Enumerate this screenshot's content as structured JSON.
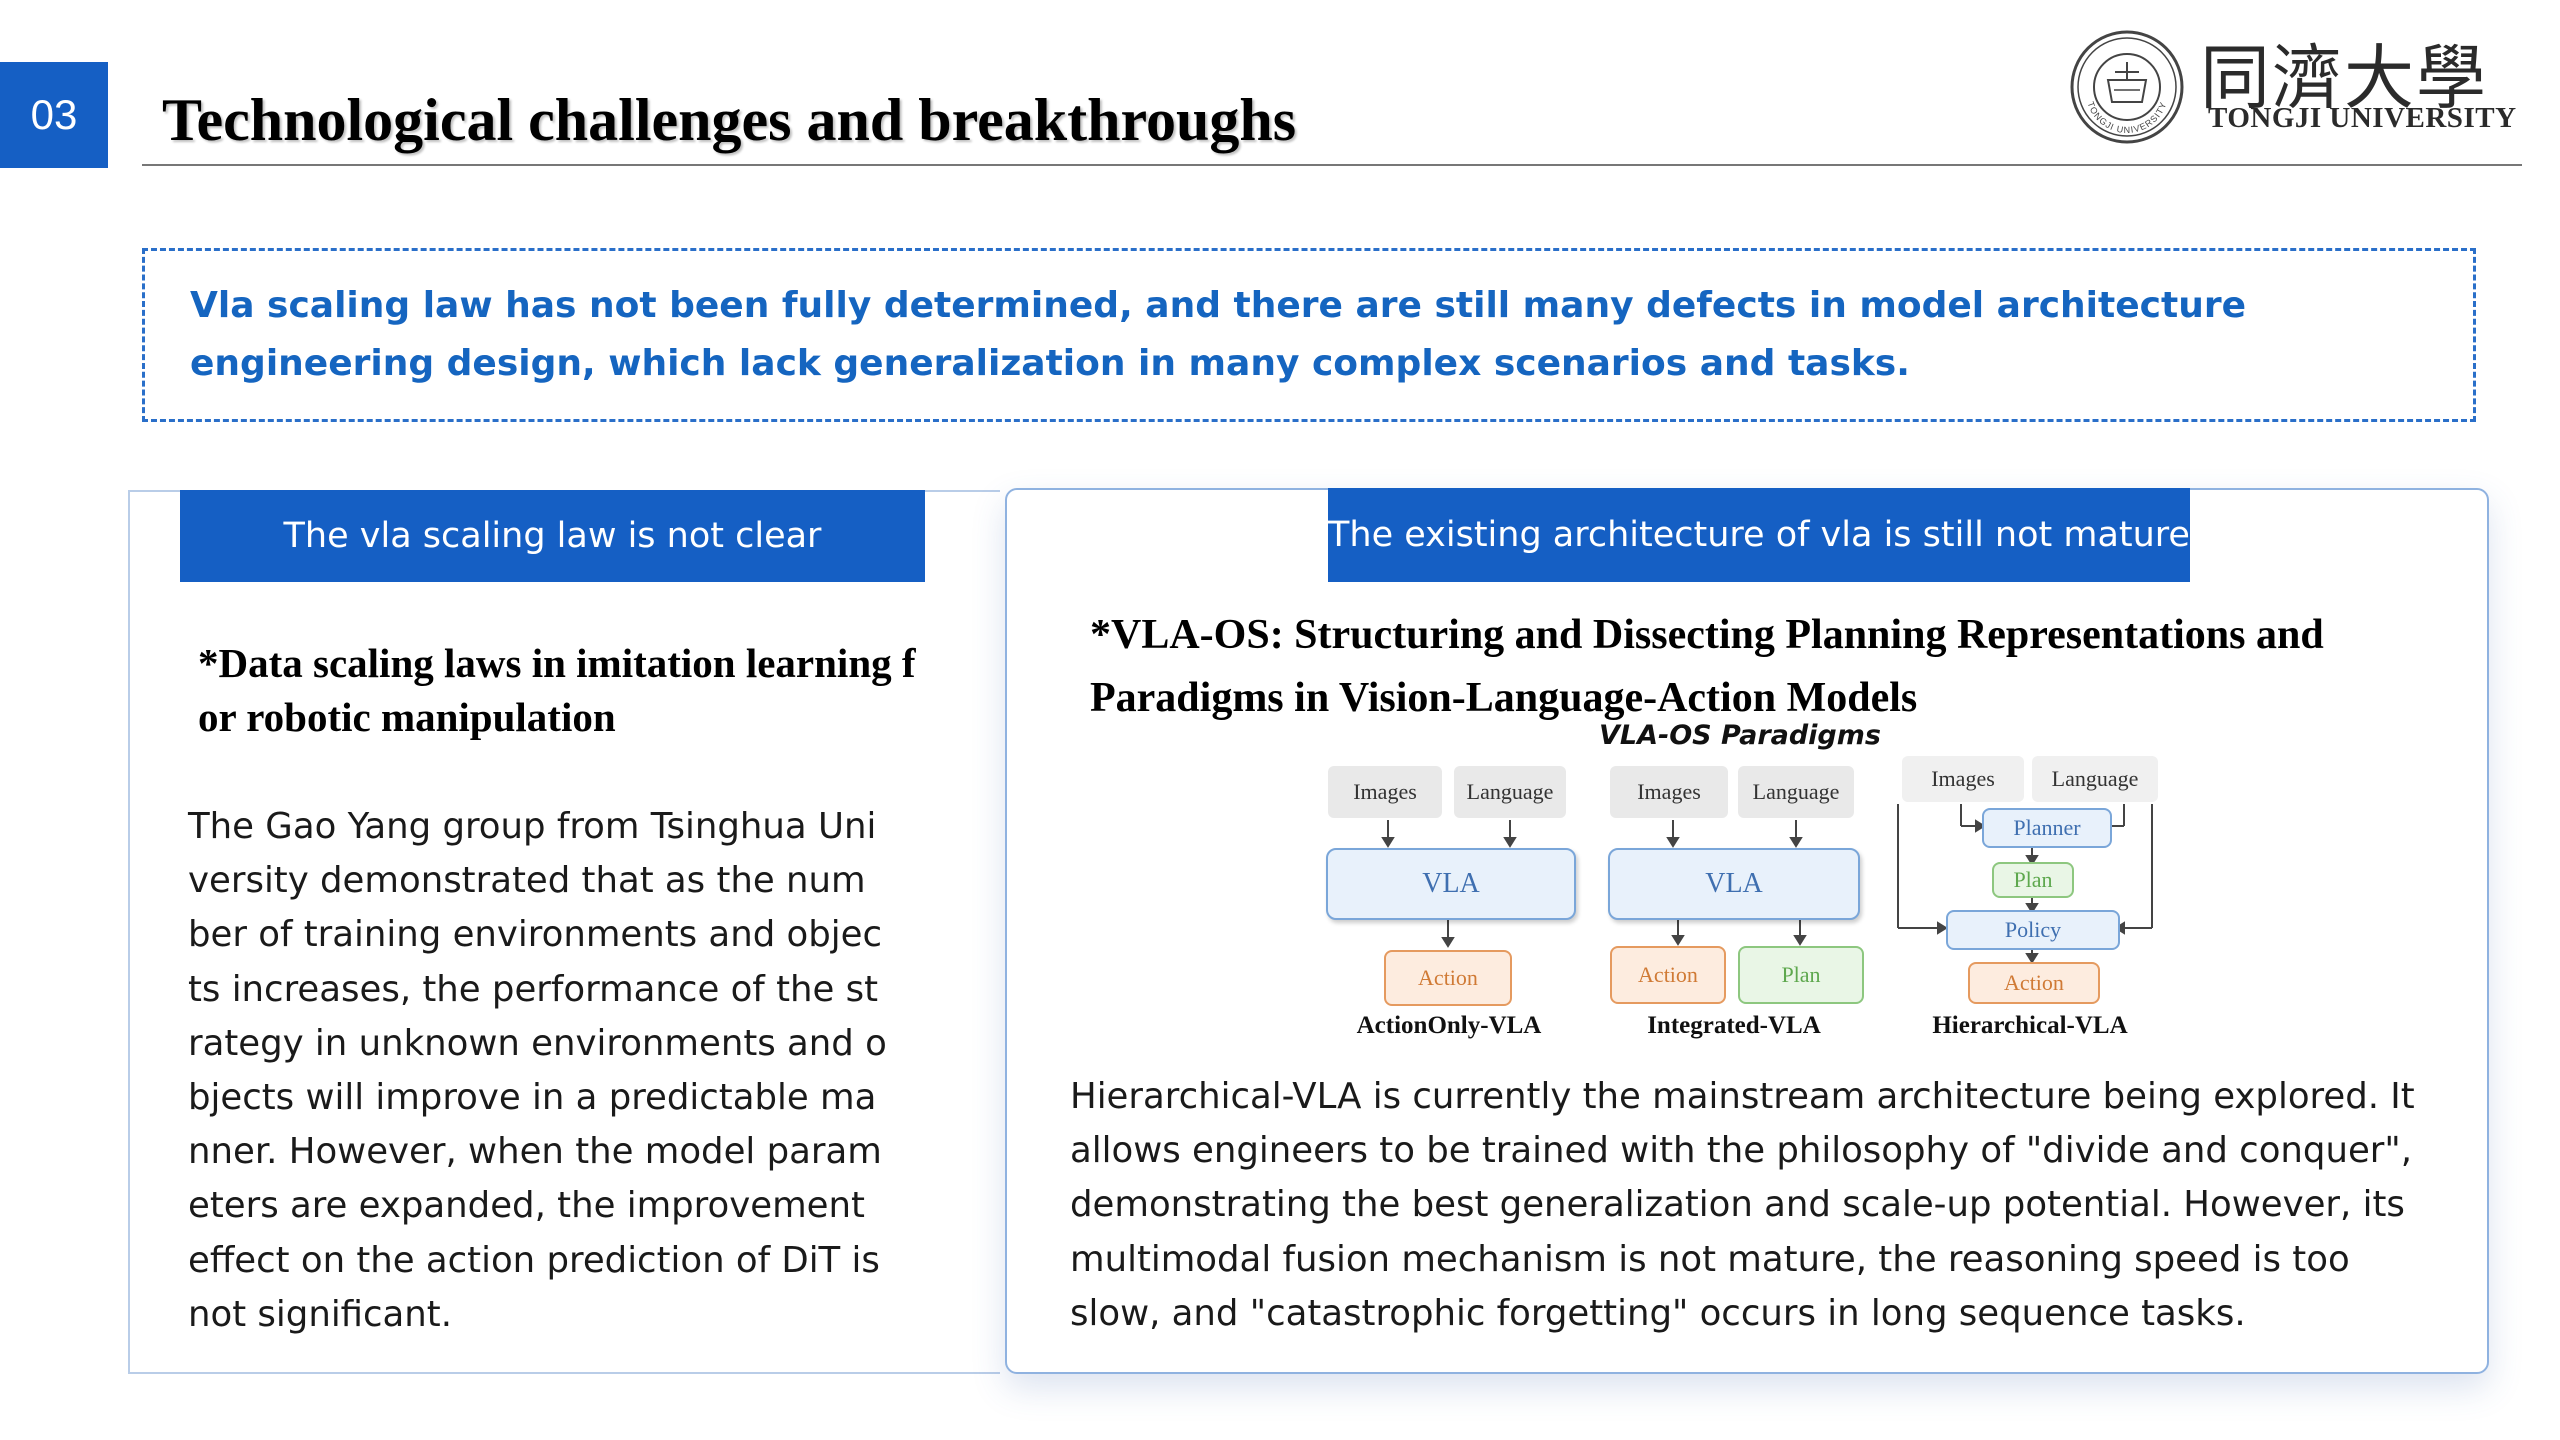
{
  "header": {
    "section_number": "03",
    "title": "Technological challenges and breakthroughs"
  },
  "logo": {
    "chinese_name": "同濟大學",
    "english_name": "TONGJI UNIVERSITY",
    "seal_text": "TONGJI UNIVERSITY"
  },
  "callout": {
    "text": "Vla scaling law has not been fully determined, and there are still many defects in model architecture engineering design, which lack generalization in many complex scenarios and tasks."
  },
  "left_panel": {
    "tab_label": "The vla scaling law is not clear",
    "paper_title": "*Data scaling laws in imitation learning for robotic manipulation",
    "body": "The Gao Yang group from Tsinghua University demonstrated that as the number of training environments and objects increases, the performance of the strategy in unknown environments and objects will improve in a predictable manner. However, when the model parameters are expanded,  the improvement effect on the action prediction of DiT is not significant."
  },
  "right_panel": {
    "tab_label": "The existing architecture of vla is still not mature",
    "paper_title": "*VLA-OS: Structuring and Dissecting Planning Representations and Paradigms in Vision-Language-Action Models",
    "body": "Hierarchical-VLA is currently the mainstream architecture being explored. It allows engineers to be trained with the philosophy of \"divide and conquer\", demonstrating the best generalization and scale-up potential. However, its multimodal fusion mechanism is not mature, the reasoning speed is too slow, and \"catastrophic forgetting\" occurs in long sequence tasks."
  },
  "diagram": {
    "title": "VLA-OS Paradigms",
    "actiononly": {
      "inputs": [
        "Images",
        "Language"
      ],
      "model": "VLA",
      "output": "Action",
      "caption": "ActionOnly-VLA"
    },
    "integrated": {
      "inputs": [
        "Images",
        "Language"
      ],
      "model": "VLA",
      "outputs": [
        "Action",
        "Plan"
      ],
      "caption": "Integrated-VLA"
    },
    "hierarchical": {
      "inputs": [
        "Images",
        "Language"
      ],
      "planner": "Planner",
      "plan": "Plan",
      "policy": "Policy",
      "output": "Action",
      "caption": "Hierarchical-VLA"
    },
    "colors": {
      "vla_fill": "#e8f1fb",
      "vla_border": "#7aa6d9",
      "action_fill": "#fdecdf",
      "action_border": "#e59a5f",
      "plan_fill": "#e9f6e6",
      "plan_border": "#8dc77f"
    }
  },
  "theme": {
    "accent": "#155fc4",
    "callout_text": "#1565c0"
  }
}
